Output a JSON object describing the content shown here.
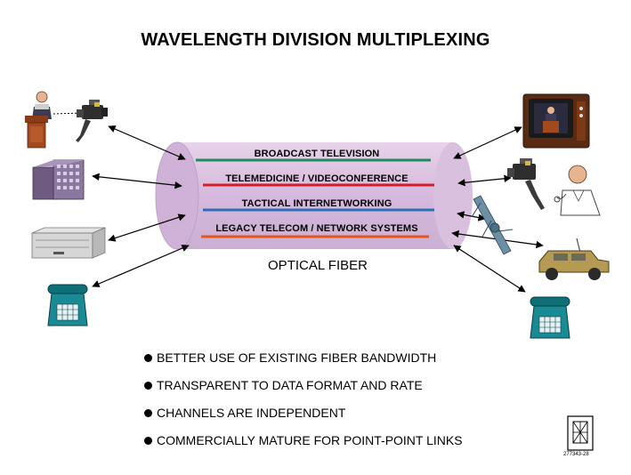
{
  "title": "WAVELENGTH DIVISION MULTIPLEXING",
  "fiber_label": "OPTICAL FIBER",
  "channels": [
    {
      "label": "BROADCAST TELEVISION",
      "color": "#1f8a5c"
    },
    {
      "label": "TELEMEDICINE / VIDEOCONFERENCE",
      "color": "#d21f26"
    },
    {
      "label": "TACTICAL INTERNETWORKING",
      "color": "#2a6fb6"
    },
    {
      "label": "LEGACY TELECOM / NETWORK SYSTEMS",
      "color": "#e4561c"
    }
  ],
  "bullets": [
    "BETTER USE OF EXISTING FIBER BANDWIDTH",
    "TRANSPARENT TO DATA FORMAT AND RATE",
    "CHANNELS ARE INDEPENDENT",
    "COMMERCIALLY MATURE FOR POINT-POINT LINKS"
  ],
  "figure_code": "277343-28",
  "colors": {
    "fiber": "#d9bfdf",
    "fiber_edge": "#c8a7d3",
    "phone": "#1a8a95"
  },
  "icons": {
    "left": [
      "speaker-at-podium-icon",
      "video-camera-icon",
      "building-icon",
      "server-unit-icon",
      "telephone-icon"
    ],
    "right": [
      "television-icon",
      "video-camera-icon",
      "doctor-icon",
      "antenna-mast-icon",
      "military-vehicle-icon",
      "telephone-icon"
    ],
    "corner": "logo-icon"
  }
}
